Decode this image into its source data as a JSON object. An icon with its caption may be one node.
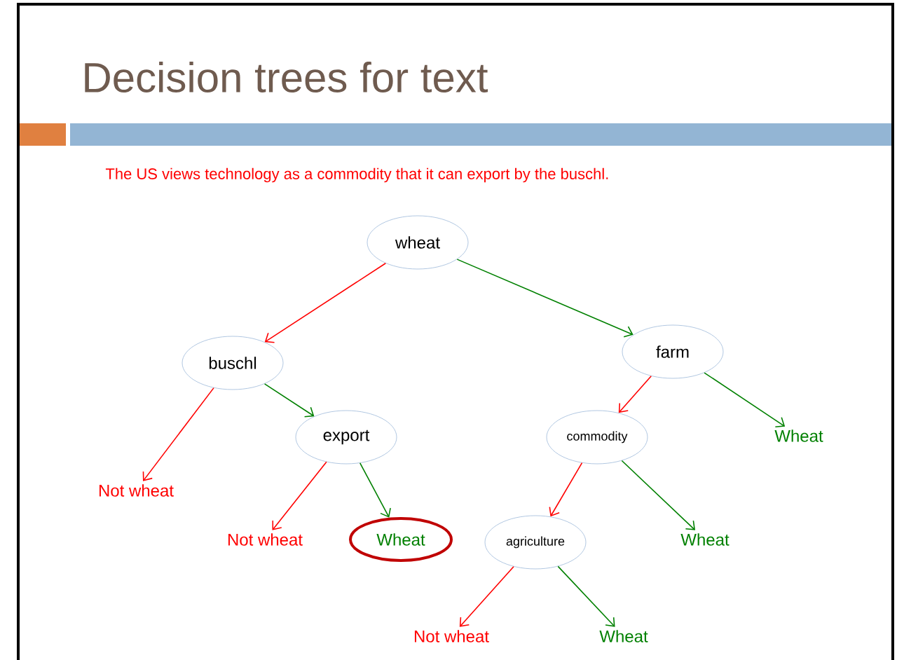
{
  "diagram": {
    "title": "Decision trees for text",
    "nodes": [
      {
        "text": [
          "wheat"
        ]
      },
      {
        "text": [
          "buschl"
        ]
      },
      {
        "text": [
          "farm"
        ]
      },
      {
        "text": [
          "Not wheat"
        ]
      },
      {
        "text": [
          "export"
        ]
      },
      {
        "text": [
          "commodity"
        ]
      },
      {
        "text": [
          "Wheat"
        ]
      },
      {
        "text": [
          "Not wheat"
        ]
      },
      {
        "text": [
          "Wheat"
        ]
      },
      {
        "text": [
          "agriculture"
        ]
      },
      {
        "text": [
          "Wheat"
        ]
      },
      {
        "text": [
          "Not wheat"
        ]
      },
      {
        "text": [
          "Wheat"
        ]
      }
    ],
    "edges": [
      {
        "from": 0,
        "to": 1,
        "arrow": "to",
        "color": "#ff0000"
      },
      {
        "from": 0,
        "to": 2,
        "arrow": "to",
        "color": "#008000"
      },
      {
        "from": 1,
        "to": 3,
        "arrow": "to",
        "color": "#ff0000"
      },
      {
        "from": 1,
        "to": 4,
        "arrow": "to",
        "color": "#008000"
      },
      {
        "from": 2,
        "to": 5,
        "arrow": "to",
        "color": "#ff0000"
      },
      {
        "from": 2,
        "to": 6,
        "arrow": "to",
        "color": "#008000"
      },
      {
        "from": 4,
        "to": 7,
        "arrow": "to",
        "color": "#ff0000"
      },
      {
        "from": 4,
        "to": 8,
        "arrow": "to",
        "color": "#008000"
      },
      {
        "from": 5,
        "to": 9,
        "arrow": "to",
        "color": "#ff0000"
      },
      {
        "from": 5,
        "to": 10,
        "arrow": "to",
        "color": "#008000"
      },
      {
        "from": 9,
        "to": 11,
        "arrow": "to",
        "color": "#ff0000"
      },
      {
        "from": 9,
        "to": 12,
        "arrow": "to",
        "color": "#008000"
      }
    ],
    "labels": [
      "The US views technology as a commodity that it can export by the buschl."
    ]
  }
}
